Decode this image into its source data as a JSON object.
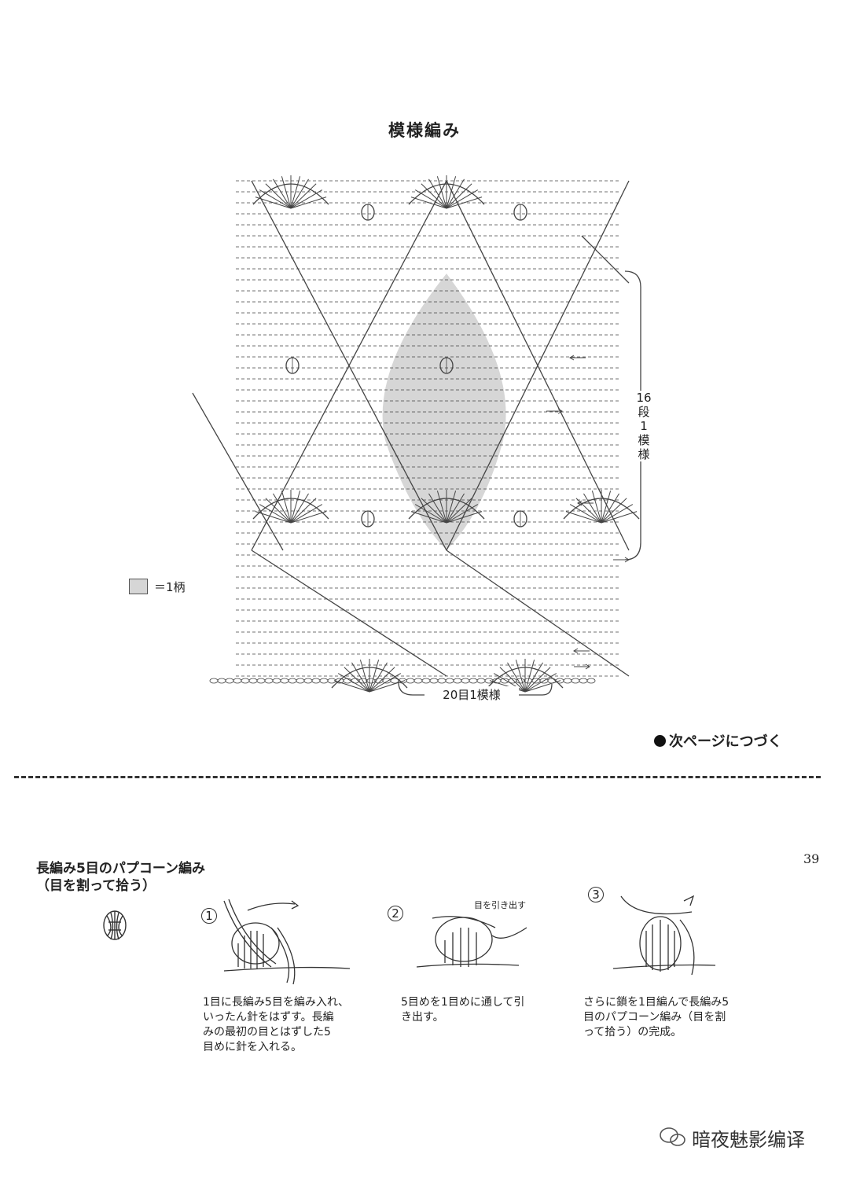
{
  "chart_title": "模様編み",
  "legend_label": "＝1柄",
  "repeat_rows_label": "16\n段\n1\n模\n様",
  "repeat_stitches_label": "20目1模様",
  "continue_note": "次ページにつづく",
  "technique": {
    "title": "長編み5目のパプコーン編み\n（目を割って拾う）",
    "steps": [
      {
        "number": "1",
        "text": "1目に長編み5目を編み入れ、\nいったん針をはずす。長編\nみの最初の目とはずした5\n目めに針を入れる。"
      },
      {
        "number": "2",
        "text": "5目めを1目めに通して引\nき出す。",
        "annotation": "目を引き出す"
      },
      {
        "number": "3",
        "text": "さらに鎖を1目編んで長編み5\n目のパプコーン編み（目を割\nって拾う）の完成。"
      }
    ]
  },
  "page_number": "39",
  "watermark": "暗夜魅影编译",
  "colors": {
    "shade": "#d6d6d6",
    "ink": "#333333"
  }
}
